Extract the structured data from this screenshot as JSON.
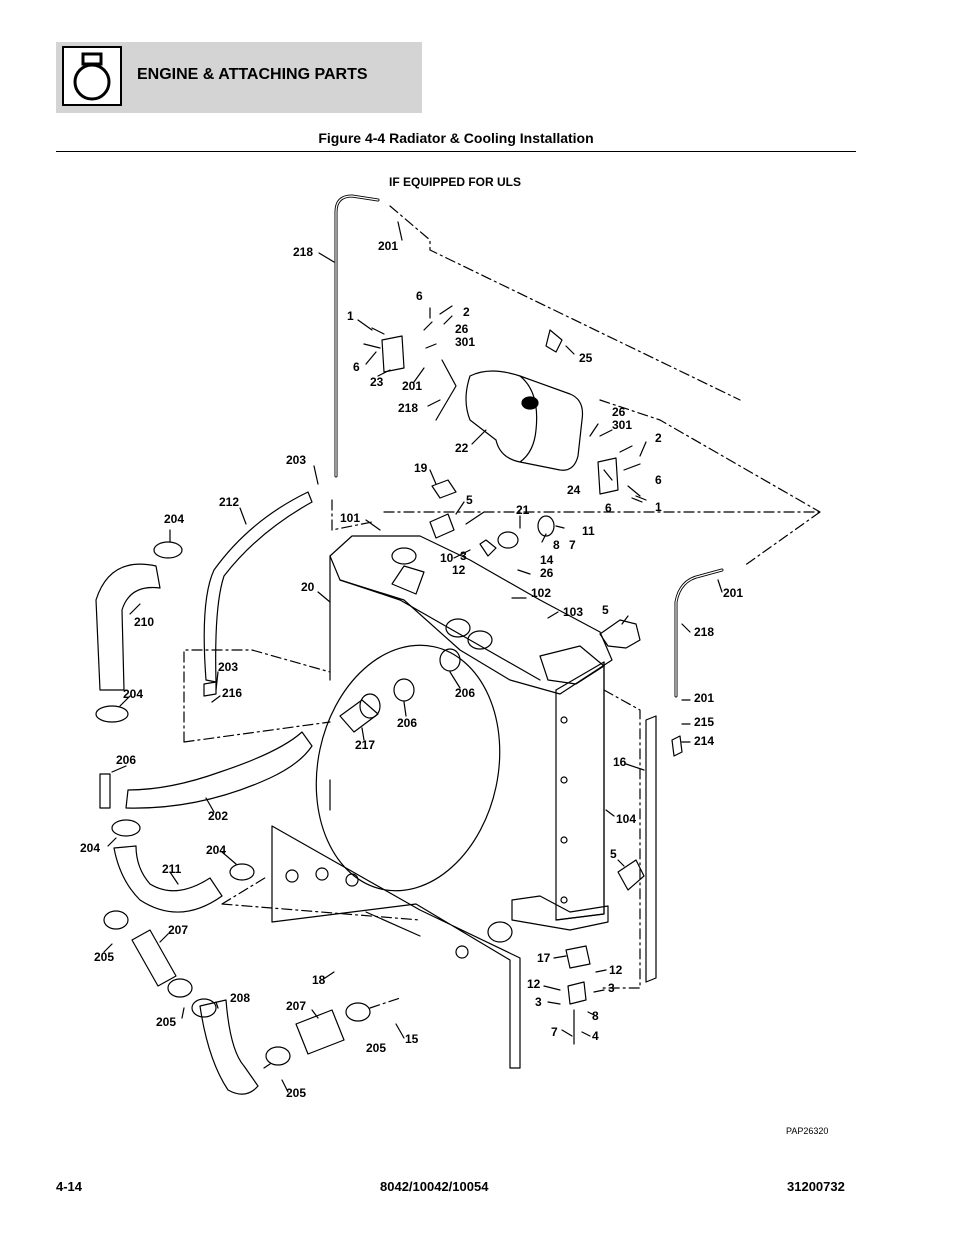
{
  "header": {
    "section_title": "ENGINE & ATTACHING PARTS",
    "icon": "engine-icon"
  },
  "figure": {
    "title": "Figure 4-4 Radiator & Cooling Installation",
    "note": "IF EQUIPPED FOR ULS",
    "drawing_id": "PAP26320"
  },
  "callouts": [
    "218",
    "201",
    "6",
    "2",
    "1",
    "26",
    "301",
    "25",
    "6",
    "23",
    "201",
    "218",
    "22",
    "26",
    "301",
    "2",
    "19",
    "203",
    "6",
    "24",
    "1",
    "6",
    "212",
    "5",
    "101",
    "21",
    "11",
    "204",
    "8",
    "7",
    "3",
    "10",
    "14",
    "12",
    "26",
    "20",
    "102",
    "103",
    "5",
    "210",
    "201",
    "218",
    "203",
    "216",
    "206",
    "204",
    "206",
    "217",
    "201",
    "215",
    "214",
    "206",
    "16",
    "202",
    "104",
    "204",
    "204",
    "211",
    "5",
    "207",
    "205",
    "18",
    "17",
    "12",
    "12",
    "3",
    "3",
    "208",
    "8",
    "205",
    "207",
    "7",
    "4",
    "205",
    "15",
    "205"
  ],
  "footer": {
    "page": "4-14",
    "models": "8042/10042/10054",
    "doc_number": "31200732"
  }
}
